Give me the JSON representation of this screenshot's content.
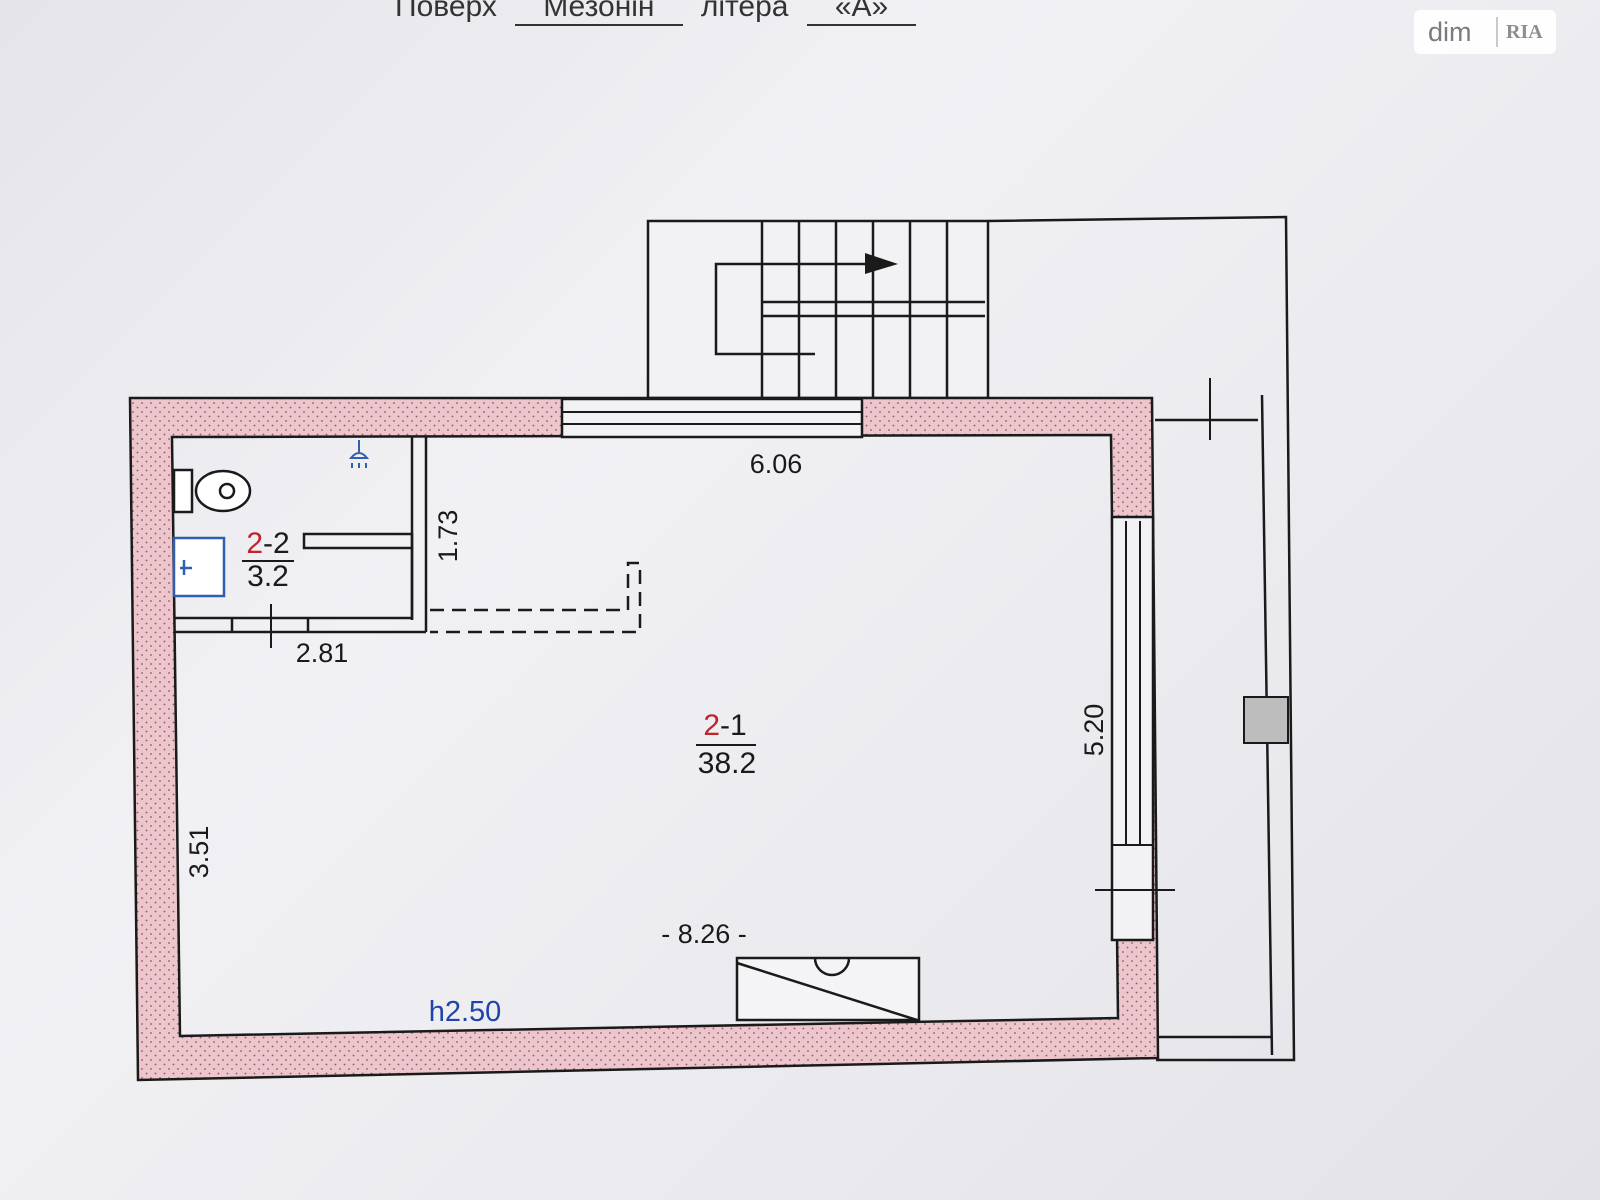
{
  "header": {
    "floor_label": "Поверх",
    "floor_value": "Мезонін",
    "letter_label": "літера",
    "letter_value": "«А»"
  },
  "watermark": {
    "brand": "dim",
    "brand_mark": "RIA"
  },
  "rooms": [
    {
      "number_prefix": "2",
      "number_suffix": "-1",
      "area": "38.2"
    },
    {
      "number_prefix": "2",
      "number_suffix": "-2",
      "area": "3.2"
    }
  ],
  "dimensions": {
    "top_width": "6.06",
    "bathroom_height": "1.73",
    "bathroom_width": "2.81",
    "right_height": "5.20",
    "left_height": "3.51",
    "bottom_width": "- 8.26 -"
  },
  "ceiling_height": "h2.50",
  "colors": {
    "wall_fill": "#ecc6cc",
    "line": "#1a1a1a",
    "room_number": "#c0232b",
    "ceiling_label": "#1f45a8",
    "fixture_blue": "#2f5fb0",
    "chimney": "#bdbdbd"
  }
}
